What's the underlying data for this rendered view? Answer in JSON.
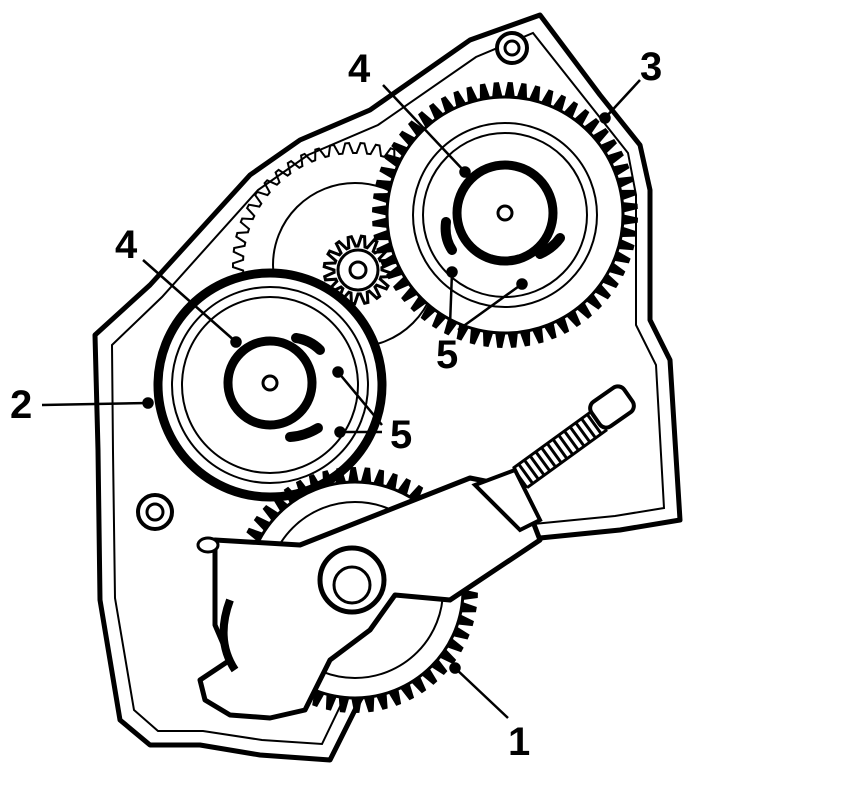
{
  "diagram": {
    "type": "gear-mechanism-exploded-view",
    "callouts": [
      {
        "id": "c1",
        "label": "1",
        "target": "lower-spur-gear"
      },
      {
        "id": "c2",
        "label": "2",
        "target": "left-cam-gear"
      },
      {
        "id": "c3",
        "label": "3",
        "target": "upper-right-gear"
      },
      {
        "id": "c4a",
        "label": "4",
        "target": "upper-gear-hub"
      },
      {
        "id": "c4b",
        "label": "4",
        "target": "left-gear-hub"
      },
      {
        "id": "c5a",
        "label": "5",
        "target": "upper-gear-slots"
      },
      {
        "id": "c5b",
        "label": "5",
        "target": "left-gear-slots"
      }
    ],
    "colors": {
      "line": "#000000",
      "background": "#ffffff"
    }
  }
}
